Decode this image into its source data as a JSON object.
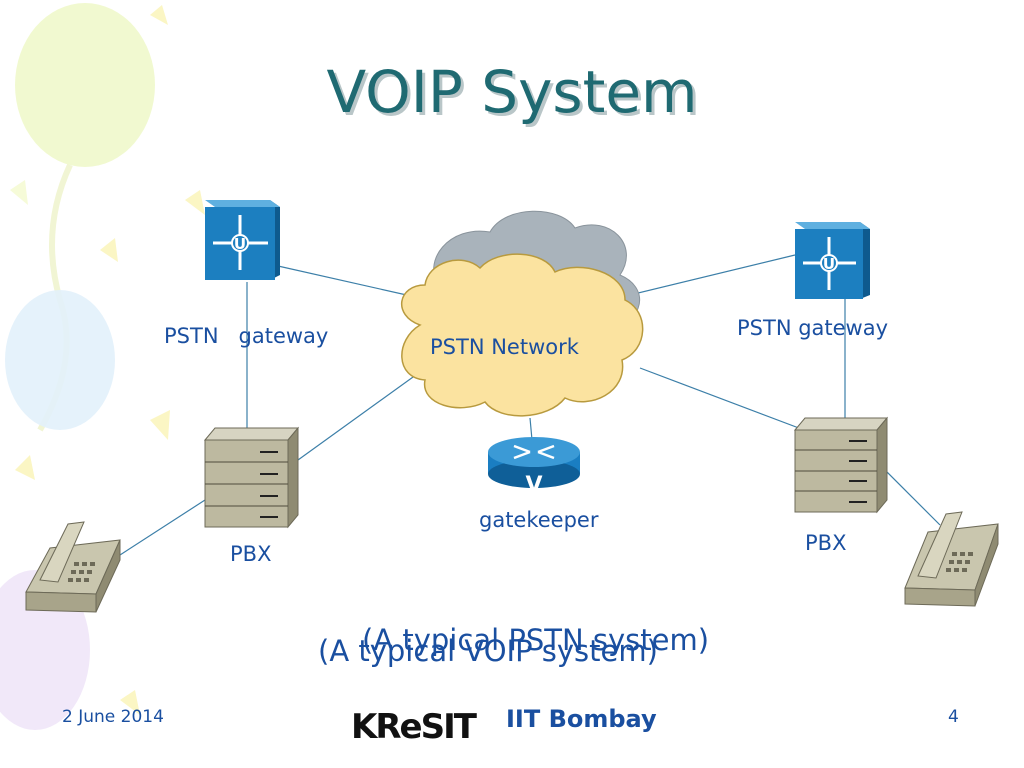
{
  "slide": {
    "title": "VOIP System",
    "slide_number": "4",
    "date": "2 June 2014",
    "institution": "IIT Bombay",
    "logo_text": "KReSIT"
  },
  "diagram": {
    "cloud_label": "PSTN Network",
    "left_gateway_label_a": "PSTN",
    "left_gateway_label_b": "gateway",
    "right_gateway_label": "PSTN gateway",
    "left_pbx_label": "PBX",
    "right_pbx_label": "PBX",
    "gatekeeper_label": "gatekeeper",
    "gatekeeper_letter": "V",
    "gateway_letter": "U"
  },
  "captions": {
    "voip": "(A typical VOIP system)",
    "pstn": "(A typical PSTN system)"
  },
  "colors": {
    "title": "#1f6a72",
    "text": "#1a4fa0",
    "cloud_fill": "#fbe3a0",
    "cloud_back": "#a9b3bb",
    "gateway_blue": "#1c7fc0",
    "router_blue": "#1a7ec2",
    "link_line": "#3c7fa8"
  }
}
